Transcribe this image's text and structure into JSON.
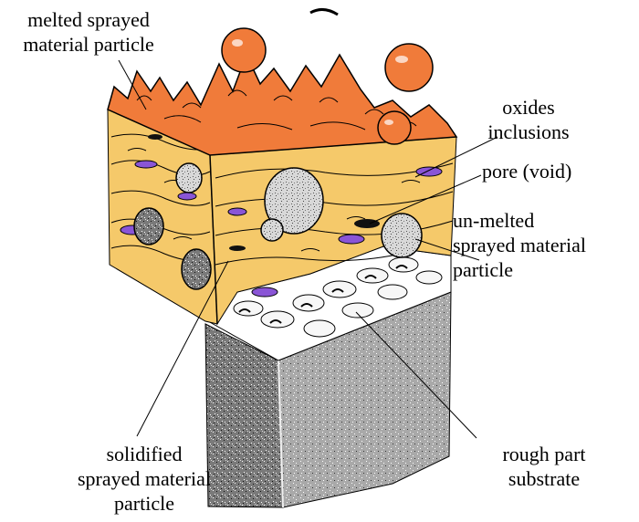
{
  "labels": {
    "melted": [
      "melted sprayed",
      "material particle"
    ],
    "oxides": [
      "oxides",
      "inclusions"
    ],
    "pore": [
      "pore (void)"
    ],
    "unmelted": [
      "un-melted",
      "sprayed material",
      "particle"
    ],
    "solidified": [
      "solidified",
      "sprayed material",
      "particle"
    ],
    "rough": [
      "rough part",
      "substrate"
    ]
  },
  "colors": {
    "melted_particle": "#f07b3a",
    "splat": "#f5c96a",
    "splat_dark": "#e0a540",
    "oxide": "#8a55d6",
    "unmelted": "#cfcfcf",
    "substrate": "#6f6f6f",
    "outline": "#000000"
  }
}
